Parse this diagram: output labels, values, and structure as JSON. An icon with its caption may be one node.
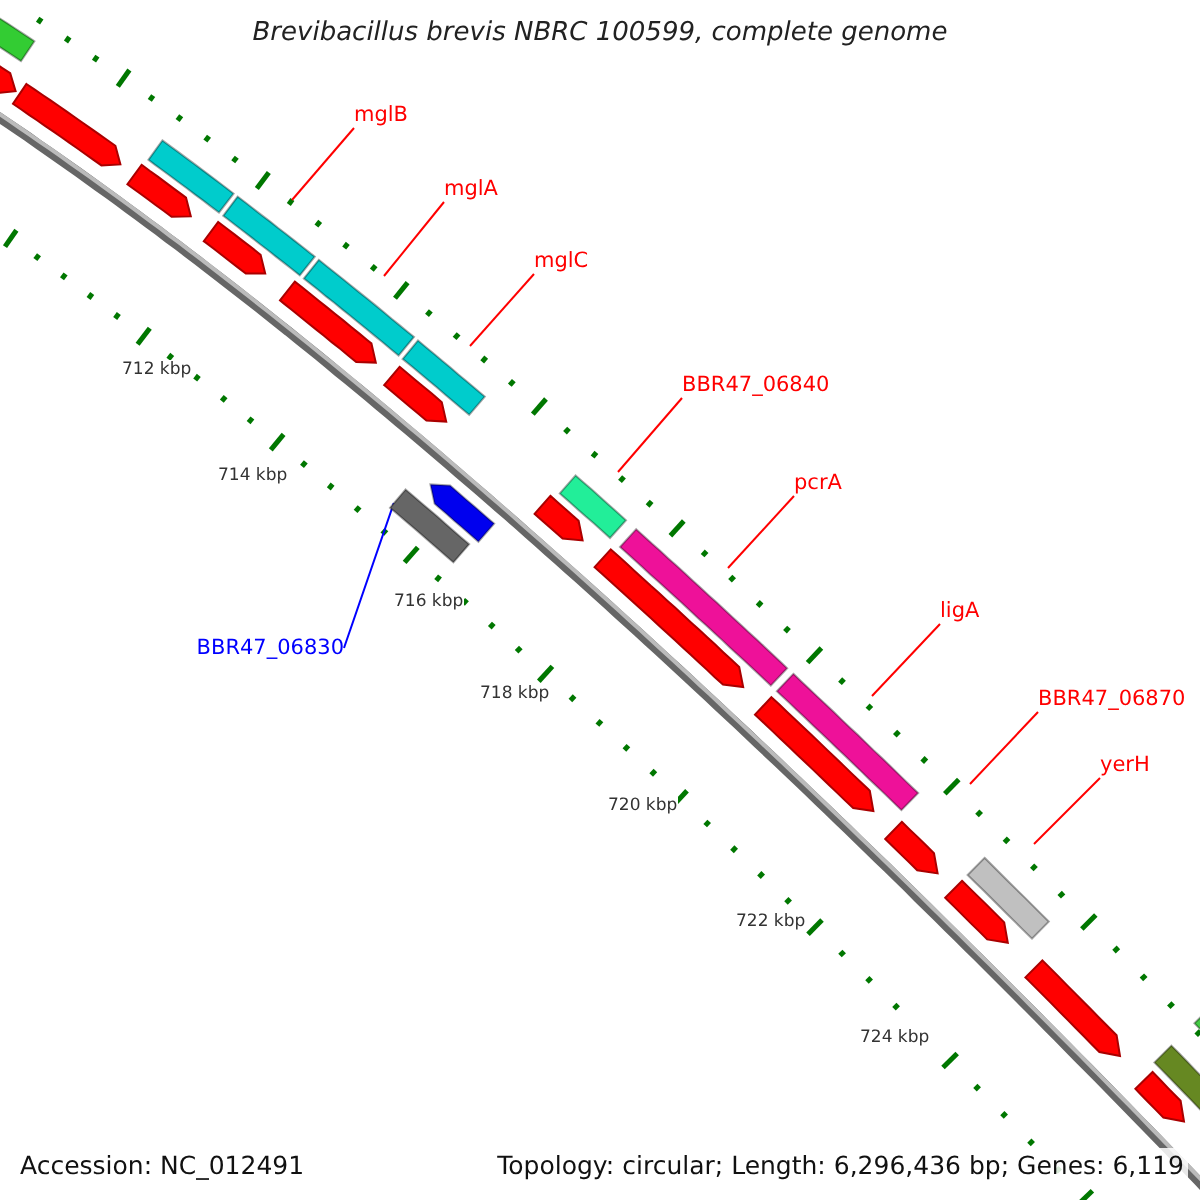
{
  "diagram": {
    "title": "Brevibacillus brevis NBRC 100599, complete genome",
    "nodes": [
      {
        "text": [
          "mglB"
        ]
      },
      {
        "text": [
          "mglA"
        ]
      },
      {
        "text": [
          "mglC"
        ]
      },
      {
        "text": [
          "BBR47_06840"
        ]
      },
      {
        "text": [
          "pcrA"
        ]
      },
      {
        "text": [
          "ligA"
        ]
      },
      {
        "text": [
          "BBR47_06870"
        ]
      },
      {
        "text": [
          "yerH"
        ]
      },
      {
        "text": [
          "BBR47_06830"
        ]
      },
      {
        "text": [],
        "shape": "bar"
      }
    ],
    "edges": [
      {
        "from": 0,
        "to": null,
        "arrow": "none"
      },
      {
        "from": 1,
        "to": null,
        "arrow": "none"
      },
      {
        "from": 2,
        "to": null,
        "arrow": "none"
      },
      {
        "from": 3,
        "to": null,
        "arrow": "none"
      },
      {
        "from": 4,
        "to": null,
        "arrow": "none"
      },
      {
        "from": 5,
        "to": null,
        "arrow": "none"
      },
      {
        "from": 6,
        "to": null,
        "arrow": "none"
      },
      {
        "from": 7,
        "to": null,
        "arrow": "none"
      },
      {
        "from": 8,
        "to": 9,
        "arrow": "none",
        "color": "#0000ff"
      }
    ],
    "labels": [
      "712 kbp",
      "714 kbp",
      "716 kbp",
      "718 kbp",
      "720 kbp",
      "722 kbp",
      "724 kbp",
      "Accession: NC_012491",
      "Topology: circular; Length: 6,296,436 bp; Genes: 6,119"
    ]
  }
}
